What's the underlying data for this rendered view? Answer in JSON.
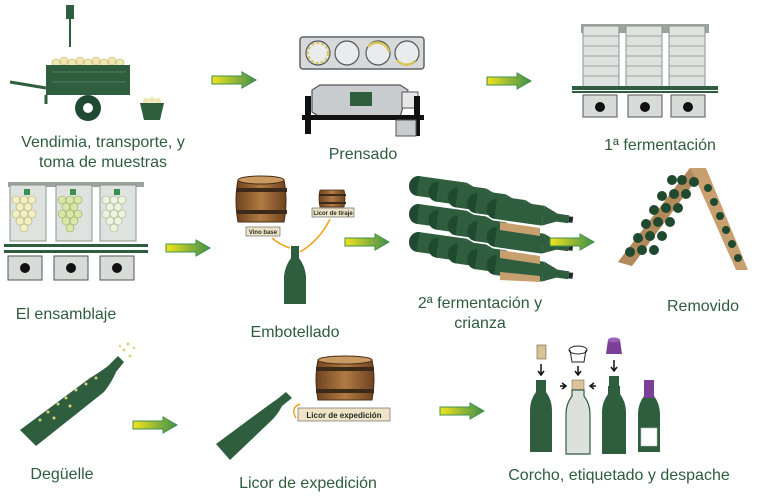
{
  "colors": {
    "green": "#2f5e3e",
    "dark_green": "#1f4a30",
    "label": "#2e5c3c",
    "arrow_start": "#f2e31d",
    "arrow_end": "#3f8f4c",
    "oak": "#8a5a2b",
    "stand": "#c8a070"
  },
  "steps": [
    {
      "label_lines": [
        "Vendimia, transporte, y",
        "toma de muestras"
      ]
    },
    {
      "label_lines": [
        "Prensado"
      ]
    },
    {
      "label_lines": [
        "1ª fermentación"
      ]
    },
    {
      "label_lines": [
        "El ensamblaje"
      ]
    },
    {
      "label_lines": [
        "Embotellado"
      ]
    },
    {
      "label_lines": [
        "2ª fermentación y",
        "crianza"
      ]
    },
    {
      "label_lines": [
        "Removido"
      ]
    },
    {
      "label_lines": [
        "Degüelle"
      ]
    },
    {
      "label_lines": [
        "Licor de expedición"
      ]
    },
    {
      "label_lines": [
        "Corcho, etiquetado y despache"
      ]
    }
  ],
  "tags": {
    "vino_base": "Vino base",
    "licor_tiraje": "Licor de tiraje",
    "licor_expedicion": "Licor de expedición"
  },
  "icons": [
    "grape-cart-icon",
    "wine-press-icon",
    "fermentation-tank-icon",
    "wine-barrel-icon",
    "bottle-icon",
    "riddling-rack-icon",
    "cork-icon",
    "wire-cage-icon",
    "capsule-icon",
    "arrow-right-icon"
  ]
}
